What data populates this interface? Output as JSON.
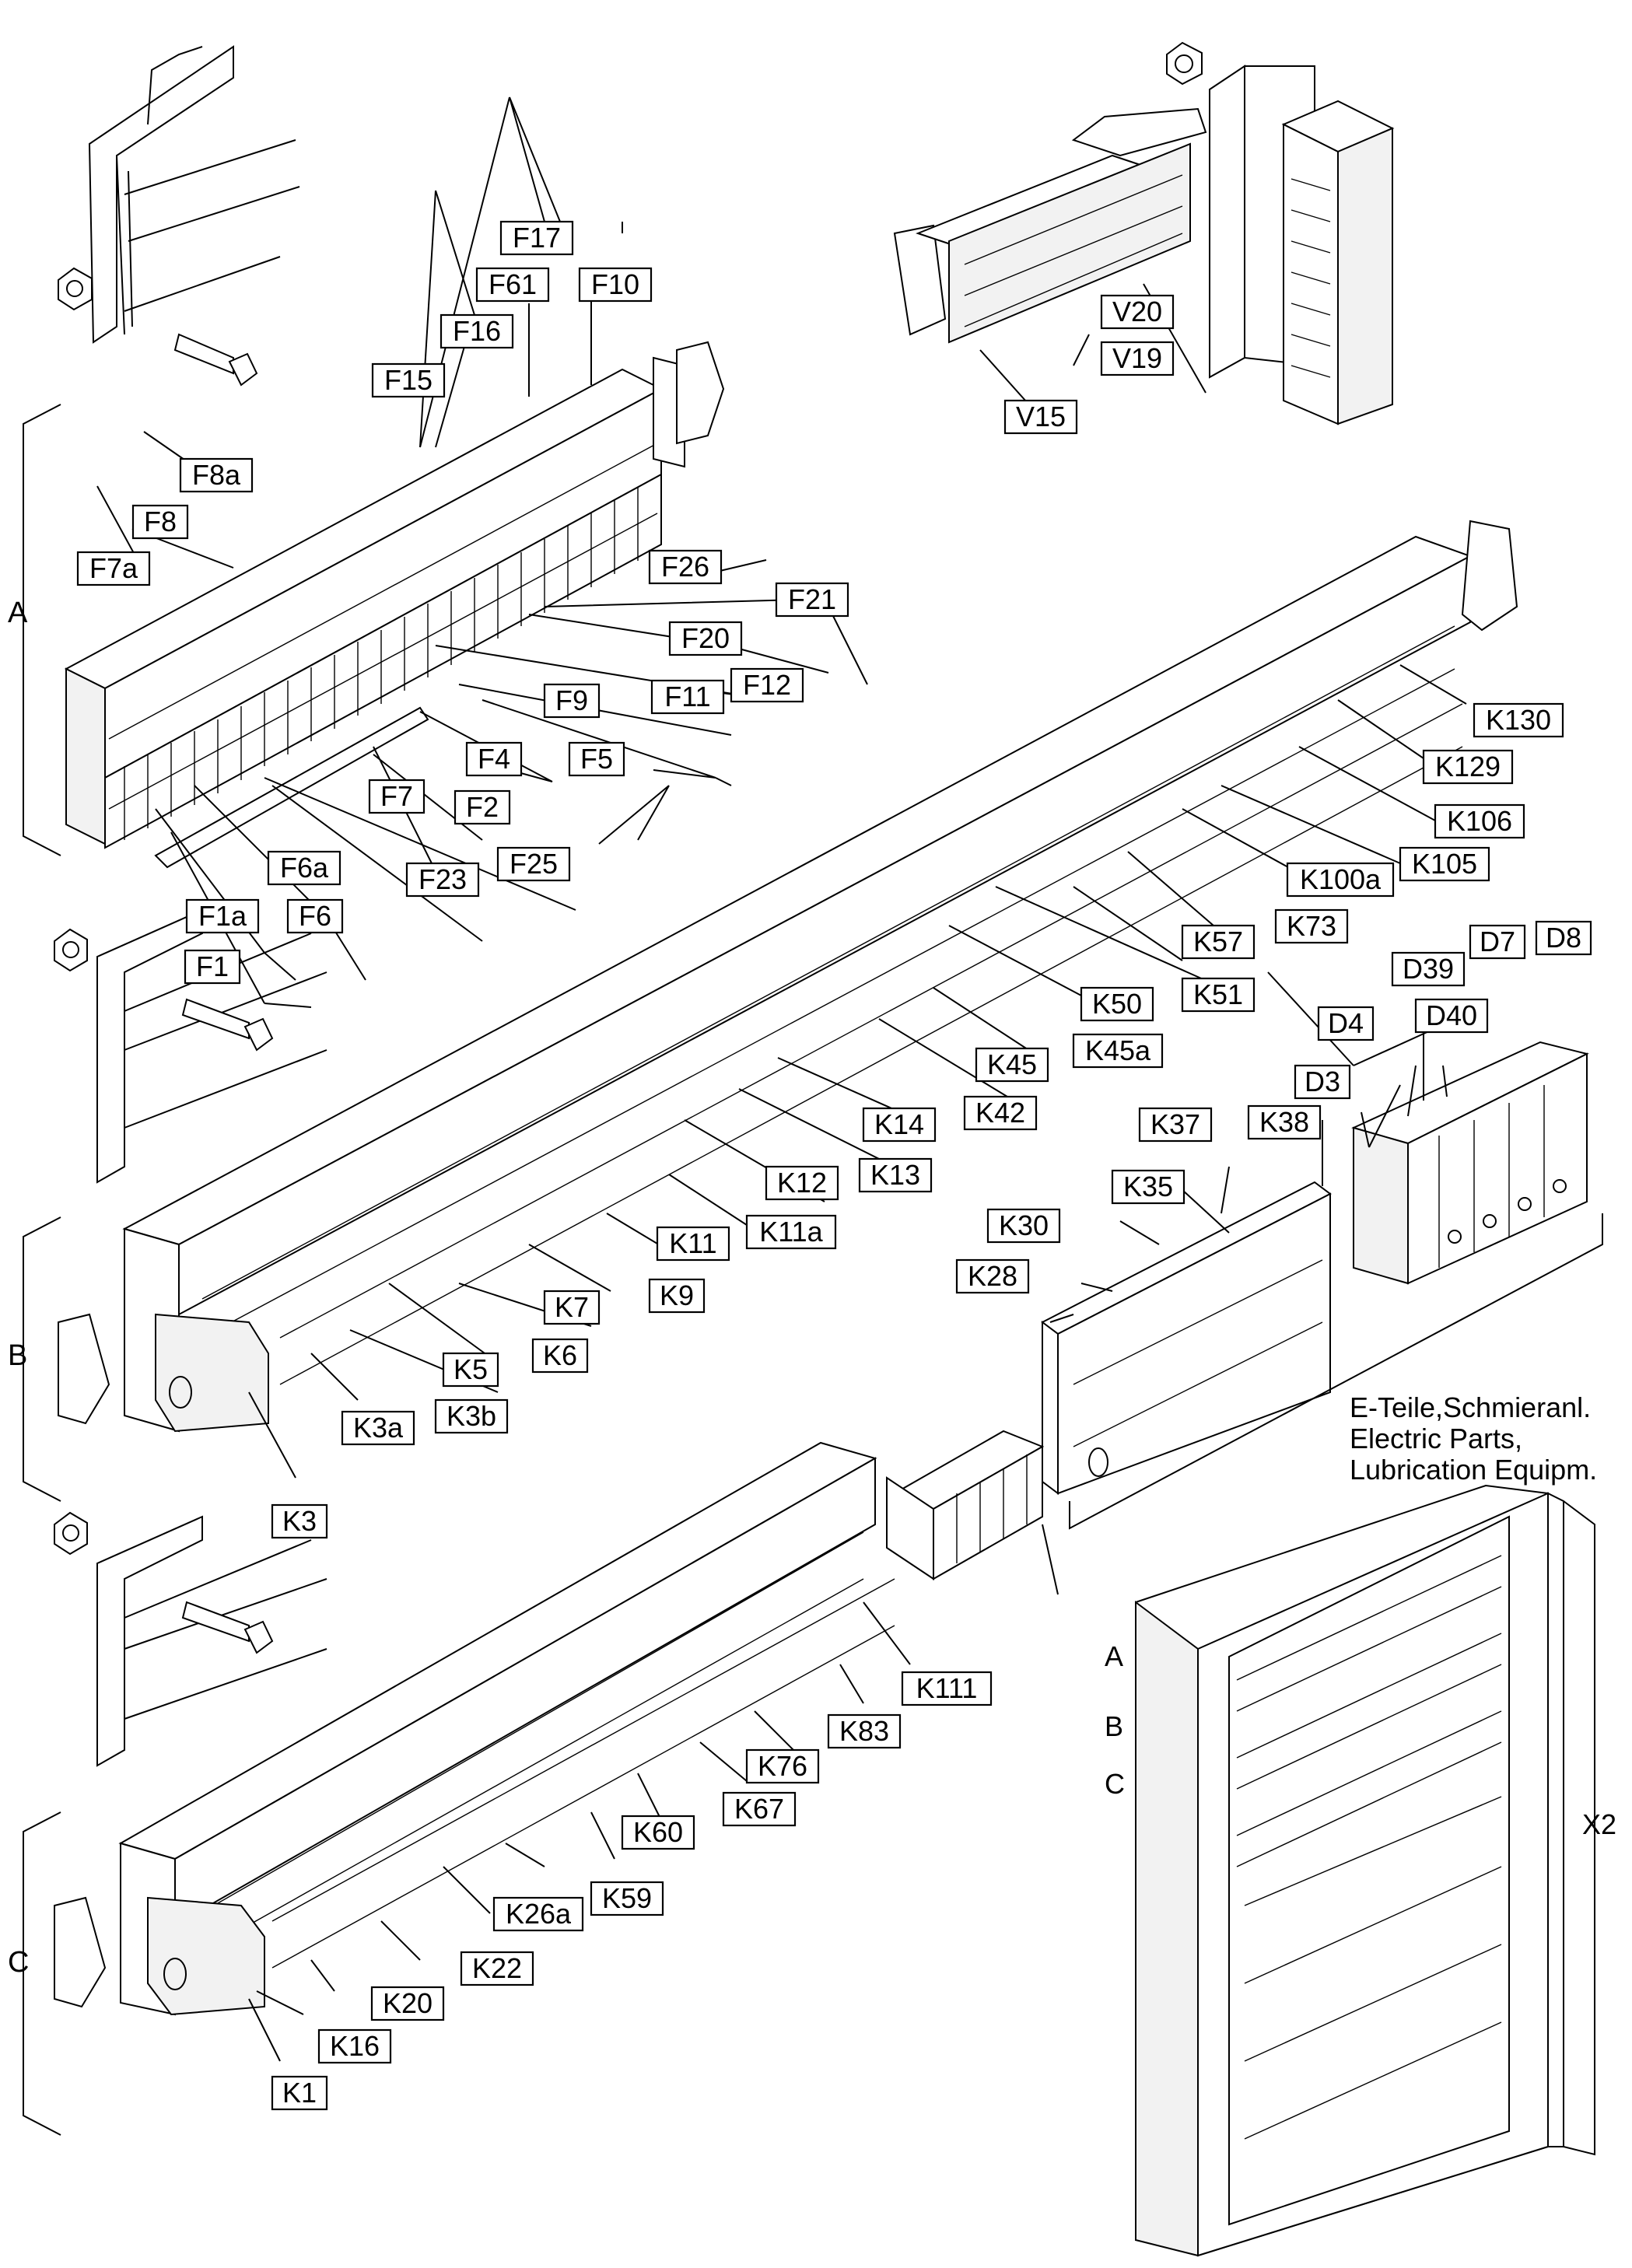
{
  "sections": [
    "A",
    "B",
    "C"
  ],
  "cabinet": {
    "rows": [
      "A",
      "B",
      "C"
    ],
    "label": "X2"
  },
  "caption": [
    "E-Teile,Schmieranl.",
    "Electric Parts,",
    "Lubrication Equipm."
  ],
  "part_labels": [
    "F17",
    "F61",
    "F10",
    "F16",
    "F15",
    "F8a",
    "F8",
    "F7a",
    "F26",
    "F21",
    "F20",
    "F12",
    "F11",
    "F9",
    "F5",
    "F4",
    "F2",
    "F7",
    "F25",
    "F23",
    "F6a",
    "F6",
    "F1a",
    "F1",
    "V20",
    "V19",
    "V15",
    "K130",
    "K129",
    "K106",
    "K105",
    "K100a",
    "K73",
    "K57",
    "K51",
    "K50",
    "K45a",
    "K45",
    "K42",
    "K14",
    "K13",
    "K12",
    "K11a",
    "K11",
    "K9",
    "K7",
    "K6",
    "K5",
    "K3b",
    "K3a",
    "K3",
    "D8",
    "D7",
    "D39",
    "D40",
    "D4",
    "D3",
    "K37",
    "K38",
    "K35",
    "K30",
    "K28",
    "K111",
    "K83",
    "K76",
    "K67",
    "K60",
    "K59",
    "K26a",
    "K22",
    "K20",
    "K16",
    "K1"
  ],
  "colors": {
    "line": "#000000",
    "background": "#ffffff"
  }
}
